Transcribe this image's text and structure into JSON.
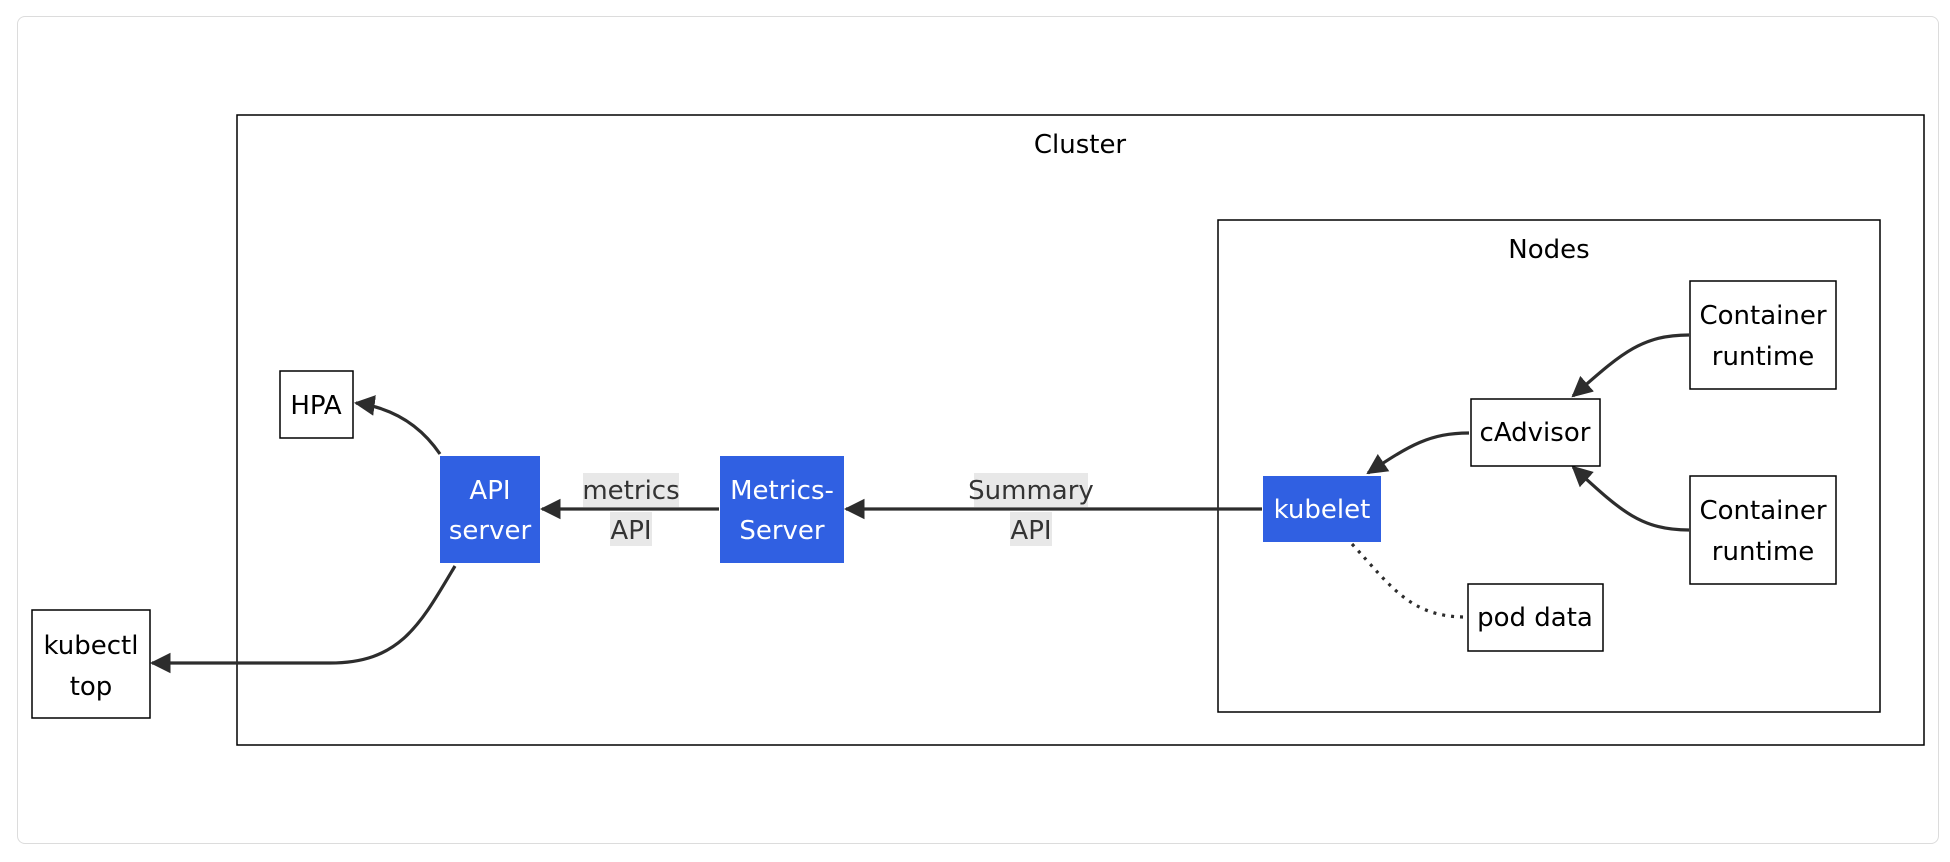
{
  "groups": {
    "cluster": "Cluster",
    "nodes": "Nodes"
  },
  "nodes": {
    "hpa": [
      "HPA"
    ],
    "kubectl_top": [
      "kubectl",
      "top"
    ],
    "api_server": [
      "API",
      "server"
    ],
    "metrics_server": [
      "Metrics-",
      "Server"
    ],
    "kubelet": [
      "kubelet"
    ],
    "cadvisor": [
      "cAdvisor"
    ],
    "container_runtime_1": [
      "Container",
      "runtime"
    ],
    "container_runtime_2": [
      "Container",
      "runtime"
    ],
    "pod_data": [
      "pod data"
    ]
  },
  "edge_labels": {
    "metrics_api": [
      "metrics",
      "API"
    ],
    "summary_api": [
      "Summary",
      "API"
    ]
  },
  "colors": {
    "highlight_node": "#3060e2",
    "edge": "#2d2d2d",
    "edge_label_bg": "#e8e8e8"
  }
}
